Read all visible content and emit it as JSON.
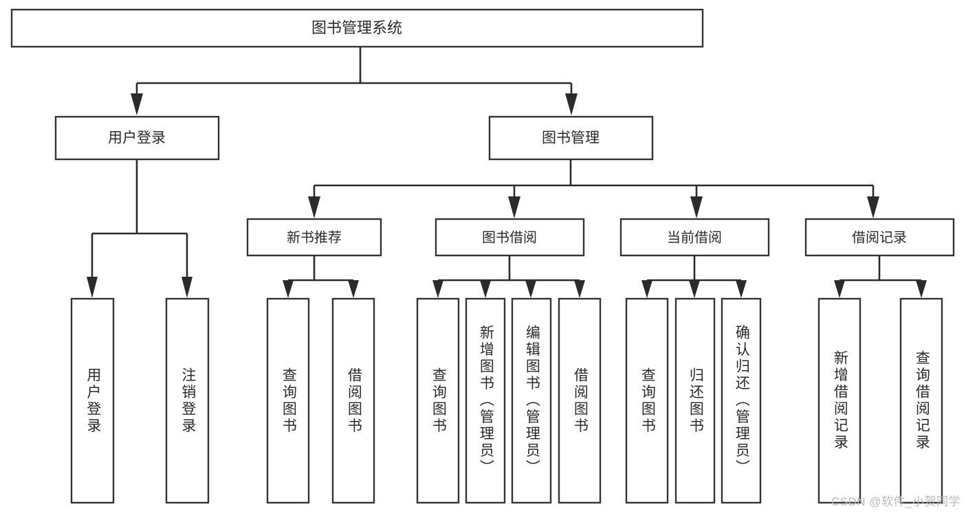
{
  "diagram": {
    "type": "tree",
    "title": "图书管理系统",
    "watermark": "CSDN @软件_小贺同学",
    "root": {
      "label": "图书管理系统"
    },
    "level1": [
      {
        "label": "用户登录"
      },
      {
        "label": "图书管理"
      }
    ],
    "level2": [
      {
        "label": "新书推荐"
      },
      {
        "label": "图书借阅"
      },
      {
        "label": "当前借阅"
      },
      {
        "label": "借阅记录"
      }
    ],
    "leaves": {
      "user_login": [
        {
          "label": "用户登录"
        },
        {
          "label": "注销登录"
        }
      ],
      "new_book_recommend": [
        {
          "label": "查询图书"
        },
        {
          "label": "借阅图书"
        }
      ],
      "book_borrow": [
        {
          "label": "查询图书"
        },
        {
          "label": "新增图书（管理员）"
        },
        {
          "label": "编辑图书（管理员）"
        },
        {
          "label": "借阅图书"
        }
      ],
      "current_borrow": [
        {
          "label": "查询图书"
        },
        {
          "label": "归还图书"
        },
        {
          "label": "确认归还（管理员）"
        }
      ],
      "borrow_record": [
        {
          "label": "新增借阅记录"
        },
        {
          "label": "查询借阅记录"
        }
      ]
    },
    "colors": {
      "box_stroke": "#333333",
      "box_fill": "#ffffff",
      "connector": "#2b2b2b",
      "text": "#2a2a2a",
      "watermark": "#b9b9b9",
      "background": "#ffffff"
    }
  }
}
